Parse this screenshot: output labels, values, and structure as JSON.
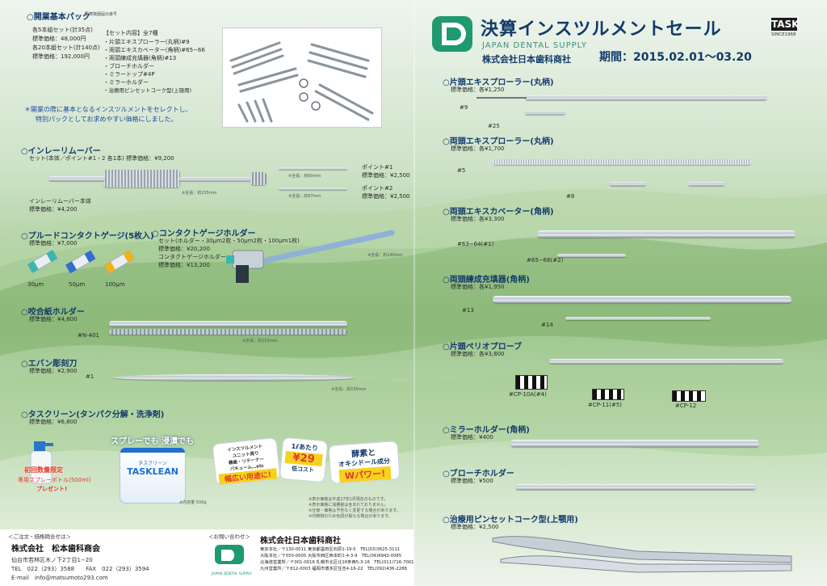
{
  "left": {
    "set": {
      "title": "○開業基本パック",
      "line1": "各5本組セット(計35点)",
      "line2": "標準価格：48,000円",
      "line3": "各20本組セット(計140点)",
      "line4": "標準価格：192,000円",
      "contents_title": "【セット内容】全7種",
      "contents": [
        "・片頭エキスプローラー(丸柄)#9",
        "・両頭エキスカベーター(角柄)#65−66",
        "・両頭練成充填器(角柄)#13",
        "・ブローチホルダー",
        "・ミラートップ#4P",
        "・ミラーホルダー",
        "・治療用ピンセットコーク型(上顎用)"
      ],
      "note1": "＊開業の際に基本となるインスツルメントをセレクトし、",
      "note2": "特別パックとしてお求めやすい価格にしました。"
    },
    "inlay": {
      "title": "○インレーリムーバー",
      "price": "セット(本体／ポイント#1・2 各1本) 標準価格：¥9,200",
      "body_label": "インレーリムーバー本体",
      "body_price": "標準価格：¥4,200",
      "size": "※全長：約155mm",
      "p1": "ポイント#1",
      "p1_price": "標準価格：¥2,500",
      "p2": "ポイント#2",
      "p2_price": "標準価格：¥2,500",
      "p1_size": "※全長：約60mm",
      "p2_size": "※全長：約67mm"
    },
    "gauge": {
      "title": "○プルードコンタクトゲージ(5枚入)",
      "price": "標準価格：¥7,000",
      "labels": [
        "30μm",
        "50μm",
        "100μm"
      ]
    },
    "holder": {
      "title": "○コンタクトゲージホルダー",
      "set": "セット(ホルダー・30μm2枚・50μm2枚・100μm1枚)",
      "set_price": "標準価格：¥20,200",
      "h": "コンタクトゲージホルダー",
      "h_price": "標準価格：¥13,200",
      "size": "※全長：約140mm"
    },
    "bite": {
      "title": "○咬合紙ホルダー",
      "price": "標準価格：¥4,800",
      "code": "#N-401",
      "size": "※全長：約152mm"
    },
    "carver": {
      "title": "○エバン彫刻刀",
      "price": "標準価格：¥2,900",
      "code": "#1",
      "size": "※全長：約155mm"
    },
    "clean": {
      "title": "○タスクリーン(タンパク分解・洗浄剤)",
      "price": "標準価格：¥6,800",
      "spray": "スプレーでも",
      "soak": "浸漬でも",
      "brand": "TASKLEAN",
      "sub": "タスクリーン",
      "first": "初回数量限定",
      "gift": "専用スプレーボトル(500ml)",
      "gift2": "プレゼント!",
      "cap": "※内容量 500g",
      "b1a": "インスツルメント",
      "b1b": "ユニット周り",
      "b1c": "義歯・リテーナー",
      "b1d": "バキューム…etc",
      "b1e": "幅広い用途に!",
      "b2a": "1ℓあたり",
      "b2b": "¥29",
      "b2c": "低コスト",
      "b3a": "酵素と",
      "b3b": "オキシドール成分",
      "b3c": "Wパワー!"
    },
    "disclaimer": [
      "※表示価格は平成27年1月現在のものです。",
      "※表示価格に消費税は含まれておりません。",
      "※仕様・価格は予告なく変更する場合があります。",
      "※印刷物のため色調が異なる場合があります。"
    ]
  },
  "footer": {
    "contact_label": "＜ご注文・価格問合せは＞",
    "dealer": "株式会社　松本歯科商会",
    "addr": "仙台市若林区木ノ下2丁目1−20",
    "tel": "TEL　022（293）3588　　FAX　022（293）3594",
    "mail": "E-mail　info@matsumoto293.com",
    "inquiry": "＜お問い合わせ＞",
    "company": "株式会社日本歯科商社",
    "logo_text": "JAPAN DENTAL SUPPLY",
    "branches": [
      "東京本社／〒130-0011 東京都墨田区石原1-19-5　TEL(03)3625-3111",
      "大阪本社／〒550-0005 大阪市西区西本町1-4-3-9　TEL(06)6943-0085",
      "北海道営業所／〒001-0016 札幌市北区北16条西5-3-16　TEL(011)716-7001",
      "九州営業所／〒812-0003 福岡市博多区住吉4-16-22　TEL(092)436-2288"
    ]
  },
  "right": {
    "headline": "決算インスツルメントセール",
    "brand_en": "JAPAN DENTAL SUPPLY",
    "brand_jp": "株式会社日本歯科商社",
    "period": "期間：2015.02.01〜03.20",
    "task": "TASK",
    "since": "SINCE1968",
    "items": [
      {
        "title": "○片頭エキスプローラー(丸柄)",
        "price": "標準価格：各¥1,250",
        "codes": [
          "#9",
          "#25"
        ]
      },
      {
        "title": "○両頭エキスプローラー(丸柄)",
        "price": "標準価格：各¥1,700",
        "codes": [
          "#5",
          "#8"
        ]
      },
      {
        "title": "○両頭エキスカベーター(角柄)",
        "price": "標準価格：各¥3,300",
        "codes": [
          "#63−64(#1)",
          "#65−66(#2)"
        ]
      },
      {
        "title": "○両頭練成充填器(角柄)",
        "price": "標準価格：各¥1,950",
        "codes": [
          "#13",
          "#14"
        ]
      },
      {
        "title": "○片頭ペリオプローブ",
        "price": "標準価格：各¥3,800",
        "codes": [
          "#CP-10A(#4)",
          "#CP-11(#5)",
          "#CP-12"
        ]
      },
      {
        "title": "○ミラーホルダー(角柄)",
        "price": "標準価格：¥400",
        "codes": []
      },
      {
        "title": "○ブローチホルダー",
        "price": "標準価格：¥500",
        "codes": []
      },
      {
        "title": "○治療用ピンセットコーク型(上顎用)",
        "price": "標準価格：¥2,500",
        "codes": []
      }
    ]
  },
  "colors": {
    "navy": "#123a6b",
    "green": "#5aa06a",
    "red": "#e23a2a",
    "yellow": "#f6d21e"
  }
}
